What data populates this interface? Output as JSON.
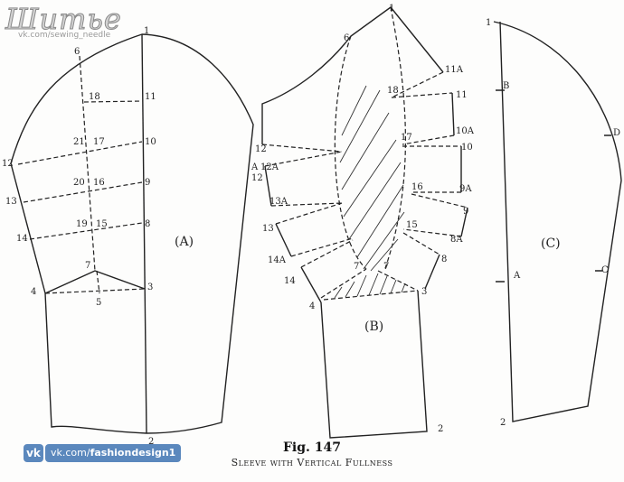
{
  "watermark": {
    "title": "Шитье",
    "url": "vk.com/sewing_needle"
  },
  "vk_badge": {
    "icon": "vk-logo-icon",
    "url_prefix": "vk.com/",
    "url_bold": "fashiondesign1"
  },
  "caption": {
    "figure": "Fig. 147",
    "title": "Sleeve with Vertical Fullness"
  },
  "figures": {
    "a": {
      "name": "(A)",
      "labels": [
        "1",
        "6",
        "18",
        "11",
        "21",
        "17",
        "10",
        "12",
        "20",
        "16",
        "9",
        "13",
        "19",
        "15",
        "8",
        "14",
        "7",
        "4",
        "5",
        "3",
        "2"
      ]
    },
    "b": {
      "name": "(B)",
      "labels": [
        "1",
        "6",
        "11A",
        "18",
        "11",
        "12",
        "10A",
        "17",
        "10",
        "A",
        "12A",
        "12",
        "9A",
        "16",
        "13A",
        "9",
        "13",
        "15",
        "8A",
        "14A",
        "8",
        "7",
        "7",
        "14",
        "3",
        "4",
        "2"
      ]
    },
    "c": {
      "name": "(C)",
      "labels": [
        "1",
        "B",
        "D",
        "A",
        "C",
        "2"
      ]
    }
  }
}
